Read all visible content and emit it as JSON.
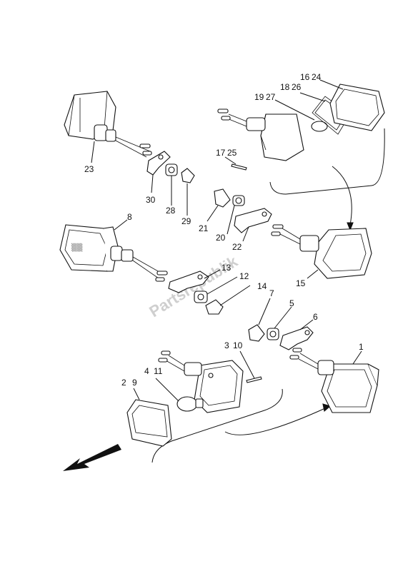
{
  "diagram": {
    "watermark": "Partsrepublik",
    "callouts": [
      "16",
      "24",
      "18",
      "26",
      "19",
      "27",
      "17",
      "25",
      "23",
      "30",
      "28",
      "29",
      "21",
      "20",
      "22",
      "8",
      "13",
      "12",
      "14",
      "15",
      "7",
      "5",
      "6",
      "3",
      "10",
      "1",
      "4",
      "11",
      "2",
      "9"
    ]
  }
}
